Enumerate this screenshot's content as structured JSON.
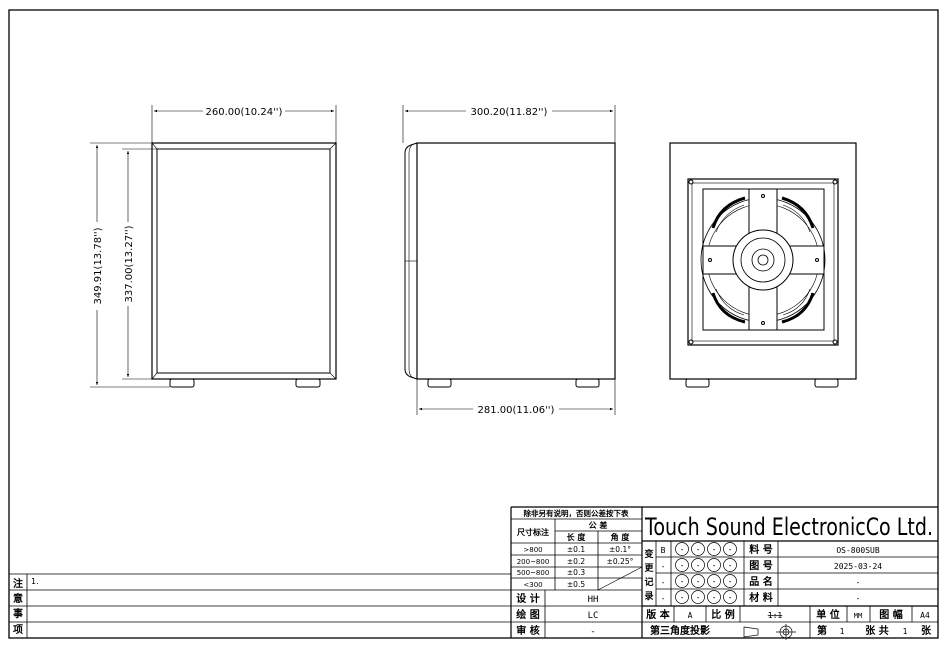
{
  "views": {
    "front": {
      "width_dim": "260.00(10.24'')"
    },
    "side": {
      "top_dim": "300.20(11.82'')",
      "bottom_dim": "281.00(11.06'')"
    },
    "height_dims": {
      "outer": "349.91(13.78'')",
      "inner": "337.00(13.27'')"
    }
  },
  "notes": {
    "side_label": [
      "注",
      "意",
      "事",
      "项"
    ],
    "item": "1."
  },
  "tolerance": {
    "title": "除非另有说明，否则公差按下表",
    "size_header": "尺寸标注",
    "tol_header": "公 差",
    "length_header": "长 度",
    "angle_header": "角 度",
    "rows": [
      {
        "range": ">800",
        "length": "±0.1",
        "angle": "±0.1°"
      },
      {
        "range": "200~800",
        "length": "±0.2",
        "angle": "±0.25°"
      },
      {
        "range": "500~800",
        "length": "±0.3",
        "angle": ""
      },
      {
        "range": "<300",
        "length": "±0.5",
        "angle": ""
      }
    ]
  },
  "signoff": {
    "design_label": "设 计",
    "design_value": "HH",
    "draw_label": "绘 图",
    "draw_value": "LC",
    "review_label": "审 核",
    "review_value": "-"
  },
  "company": "Touch Sound ElectronicCo Ltd.",
  "revision": {
    "label": [
      "变",
      "更",
      "记",
      "录"
    ],
    "rows": [
      "B",
      "-",
      "-",
      "-"
    ],
    "circle_mark": "-"
  },
  "fields": [
    {
      "label": "料 号",
      "value": "OS-800SUB"
    },
    {
      "label": "图 号",
      "value": "2025-03-24"
    },
    {
      "label": "品 名",
      "value": "-"
    },
    {
      "label": "材 料",
      "value": "-"
    }
  ],
  "footer": {
    "version_label": "版 本",
    "version_value": "A",
    "scale_label": "比 例",
    "scale_value": "1:1",
    "unit_label": "单 位",
    "unit_value": "MM",
    "size_label": "图 幅",
    "size_value": "A4",
    "projection_label": "第三角度投影",
    "sheet_prefix": "第",
    "sheet_no": "1",
    "sheet_mid": "张 共",
    "sheet_total": "1",
    "sheet_suffix": "张"
  }
}
